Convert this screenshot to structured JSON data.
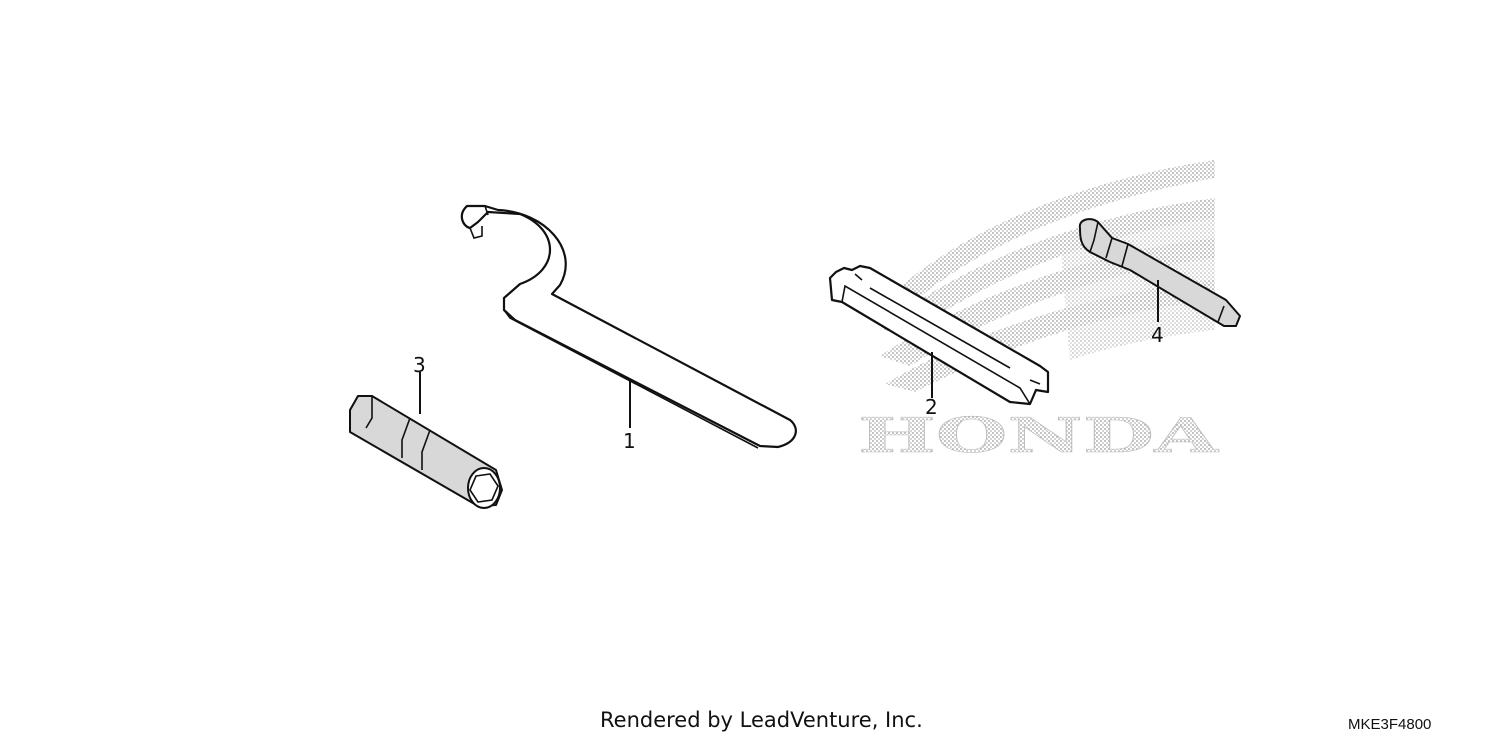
{
  "diagram": {
    "brand_watermark": "HONDA",
    "parts": [
      {
        "callout": "1",
        "icon": "hook-spanner-wrench-icon"
      },
      {
        "callout": "2",
        "icon": "open-end-wrench-icon"
      },
      {
        "callout": "3",
        "icon": "spark-plug-socket-wrench-icon"
      },
      {
        "callout": "4",
        "icon": "screwdriver-bit-icon"
      }
    ]
  },
  "footer": {
    "credit": "Rendered by LeadVenture, Inc.",
    "diagram_code": "MKE3F4800"
  },
  "colors": {
    "line": "#111111",
    "watermark": "#bdbdbd",
    "background": "#ffffff"
  }
}
